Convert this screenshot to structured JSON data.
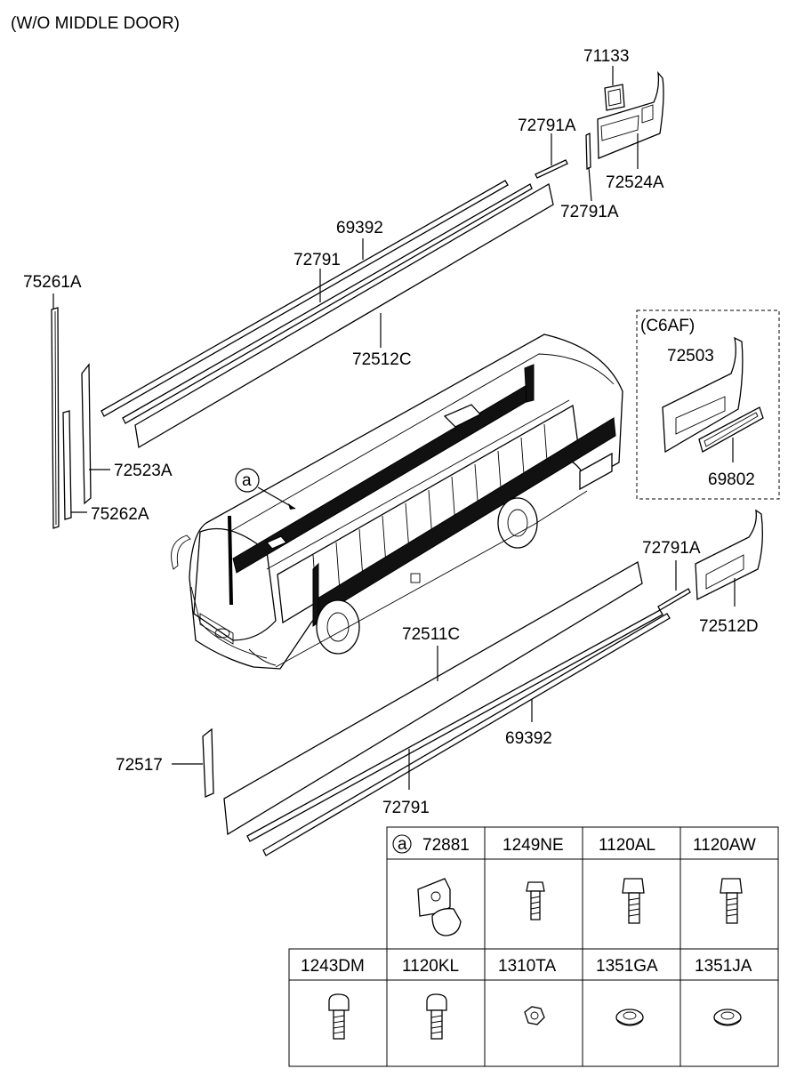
{
  "diagram": {
    "variant_note": "(W/O MIDDLE DOOR)",
    "option_box_label": "(C6AF)",
    "callout_letter": "a",
    "labels": {
      "p71133": "71133",
      "p72791A_top1": "72791A",
      "p72524A": "72524A",
      "p72791A_top2": "72791A",
      "p69392_top": "69392",
      "p72791_top": "72791",
      "p72512C": "72512C",
      "p75261A": "75261A",
      "p72523A": "72523A",
      "p75262A": "75262A",
      "p72503": "72503",
      "p69802": "69802",
      "p72791A_bot": "72791A",
      "p72512D": "72512D",
      "p72511C": "72511C",
      "p69392_bot": "69392",
      "p72517": "72517",
      "p72791_bot": "72791"
    }
  },
  "parts_table": {
    "row1": [
      "72881",
      "1249NE",
      "1120AL",
      "1120AW"
    ],
    "row2": [
      "1243DM",
      "1120KL",
      "1310TA",
      "1351GA",
      "1351JA"
    ]
  }
}
